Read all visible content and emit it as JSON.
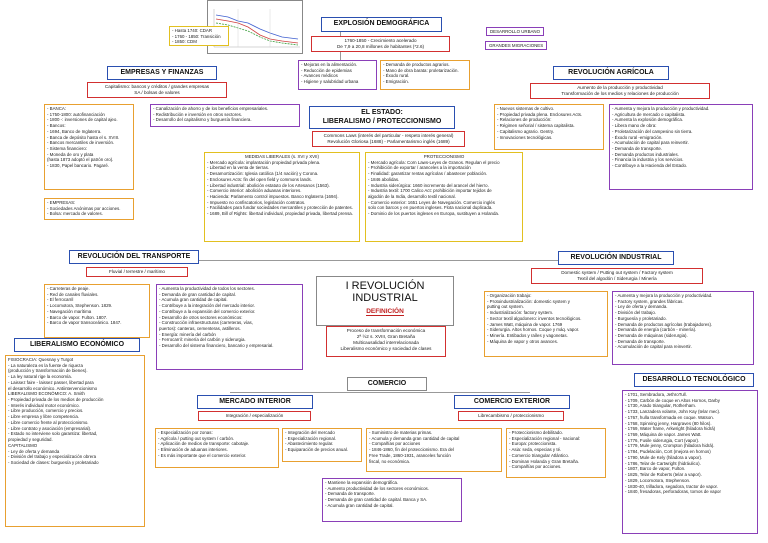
{
  "center_title": "I REVOLUCIÓN INDUSTRIAL",
  "definicion": {
    "title": "DEFINICIÓN",
    "text": [
      "Proceso de transformación económica",
      "2ª ½2 s. XVIII, Gran Bretaña",
      "Multicausalidad interrelacionada",
      "Liberalismo económico y sociedad de clases"
    ]
  },
  "tags": [
    "DESARROLLO URBANO",
    "GRANDES MIGRACIONES"
  ],
  "chart_legend": [
    "- Hasta 1740: CDAR",
    "- 1760 - 1850: Transición",
    "- 1850: CDM"
  ],
  "demografia": {
    "title": "EXPLOSIÓN DEMOGRÁFICA",
    "summary": [
      "1760-1850 - Crecimiento acelerado",
      "De 7,9 a 20,8 millones de habitantes (*2.6)"
    ],
    "left_items": [
      "- Mejoras en la alimentación.",
      "- Reducción de epidemias",
      "- Avances médicos",
      "- Higiene y salubridad urbana"
    ],
    "right_items": [
      "- Demanda de productos agrarios.",
      "- Mano de obra barata: proletarización.",
      "- Éxodo rural.",
      "- Emigración."
    ]
  },
  "empresas": {
    "title": "EMPRESAS Y FINANZAS",
    "summary": [
      "Capitalismo: bancos y créditos / grandes empresas",
      "SA / bolsas de valores"
    ],
    "banca": [
      "- BANCA:",
      "  - 1750-1800: autofinanciación",
      "  - 1800 -: inversiones de capital ajeo.",
      "  - Bancos:",
      "     - 1694, Banco de Inglaterra.",
      "     - Banca de depósito hasta el s. XVIII.",
      "     - Bancos mercantiles de inversión.",
      "  - Sistema financiero:",
      "     - Moneda de oro y plata",
      "       (hasta 1873 adoptó el patrón oro).",
      "     - 1830, Papel bancario. Pagaré."
    ],
    "empresas_list": [
      "- EMPRESAS:",
      "  - Sociedades Anónimas por acciones.",
      "  - Bolsa: mercado de valores."
    ],
    "canalizacion": [
      "- Canalización de ahorro y de los beneficios empresariales.",
      "- Redistribución e inversión en otros sectores.",
      "- Desarrollo del capitalismo y burguesía financiera."
    ]
  },
  "estado": {
    "title": "EL ESTADO:",
    "title2": "LIBERALISMO / PROTECCIONISMO",
    "summary": [
      "Commons Laws (interés del particular - respeto interés general)",
      "Revolución Gloriosa (1688) - Parlamentarismo inglés (1689)"
    ],
    "medidas": [
      "MEDIDAS LIBERALES (s. XVI y XVII)",
      "- Mercado agrícola: implantación propiedad privada plena.",
      "   - Libertad en la venta de tierras.",
      "   - Desamortización: Iglesia católica (1/4 nación) y Corona.",
      "   - Enclosures Acts: fin del open field y commons lands.",
      "- Libertad industrial: abolición estatuto de los Artesanos (1563).",
      "- Comercio interior: abolición aduanas interiores.",
      "- Hacienda: Parlamento control impuestos. Banco Inglaterra (1694).",
      "- Impuesto no confiscatorios, legislación contratos.",
      "- Facilidades para fundar sociedades mercantiles y protección de patentes.",
      "- 1689, Bill of Rights: libertad individual, propiedad privada, libertad prensa."
    ],
    "proteccionismo": [
      "PROTECCIONISMO",
      "- Mercado agrícola: Corn Laws-Leyes de Granos. Regulan el precio",
      "   - Prohibición de exportar / aranceles a la importación",
      "   - Finalidad: garantizar rentas agrícolas / abastecer población.",
      "   - 1846 abolidas.",
      "- Industria siderúrgica: 1660 incremento del arancel del hierro.",
      "- Industria textil: 1700 Calico Act: prohibición importar tejidos de",
      "  algodón de la India, desarrollo textil nacional.",
      "- Comercio exterior: 1651 Leyes de Navegación. Comercio inglés",
      "  solo con barcos y en puertos ingleses. Flota nacional duplicada.",
      "- Dominio de los puertos ingleses en Europa, sustituyen a Holanda."
    ]
  },
  "agricola": {
    "title": "REVOLUCIÓN AGRÍCOLA",
    "summary": [
      "Aumento de la producción y productividad",
      "Transformación de los medios y relaciones de producción"
    ],
    "left_items": [
      "- Nuevos sistemas de cultivo.",
      "- Propiedad privada plena. Enclosures Acts.",
      "- Relaciones de producción:",
      "    - Régimen señorial / sistema capitalista.",
      "- Capitalismo agrario. Gentry.",
      "- Innovaciones tecnológicas."
    ],
    "right_items": [
      "- Aumenta y mejora la producción y productividad.",
      "- Agricultura de mercado o capitalista.",
      "- Aumenta la explosión demográfica.",
      "- Libera mano de obra:",
      "    - Proletarización del campesino sin tierra.",
      "    - Éxodo rural -emigración.",
      "- Acumulación de capital para reinvertir.",
      "- Demanda de transporte.",
      "- Demanda productos industriales.",
      "- Financia la industria y los servicios.",
      "- Contribuye a la Hacienda del Estado."
    ]
  },
  "transporte": {
    "title": "REVOLUCIÓN DEL TRANSPORTE",
    "summary": [
      "Fluvial / terrestre / marítimo"
    ],
    "left_items": [
      "- Carreteras de peaje.",
      "- Red de canales fluviales.",
      "- El ferrocarril",
      "    - Locomotora, Stephenson. 1829.",
      "- Navegación marítima",
      "    - Barco de vapor. Fulton. 1807.",
      "    - Barco de vapor transoceánico. 1847."
    ],
    "right_items": [
      "- Aumenta la productividad de todos los sectores.",
      "- Demanda de gran cantidad de capital.",
      "- Acumula gran cantidad de capital.",
      "- Contribuye a la integración del mercado interior.",
      "- Contribuye a la expansión del comercio exterior.",
      "- Desarrollo de otros sectores económicos:",
      "    - Construcción infraestructuras (carreteras, vías,",
      "      puertos): canteras, cementeras, astilleros.",
      "    - Energía: minería del carbón",
      "    - Ferrocarril: minería del carbón y siderurgia.",
      "- Desarrollo del sistema financiero, bancario y empresarial."
    ]
  },
  "industrial": {
    "title": "REVOLUCIÓN INDUSTRIAL",
    "summary": [
      "Domestic system / Putting out system / Factory system",
      "Textil del algodón / Siderurgia / Minería"
    ],
    "left_items": [
      "- Organización trabajo:",
      "    - Protoindustrialización: domestic system y",
      "      putting out system.",
      "    - Industrialización: factory system.",
      "- Sector textil algodonero: inventos tecnológicos.",
      "- James Watt, máquina de vapor. 1769",
      "- Siderurgia. Altos hornos. Coque y máq. vapor.",
      "- Minería. Entibados y raíles y vagonetas.",
      "- Máquina de vapor y otros avances."
    ],
    "right_items": [
      "- Aumenta y mejora la producción y productividad.",
      "- Factory system, grandes fábricas.",
      "- Ley de oferta y demanda.",
      "- División del trabajo.",
      "- Burguesía y proletariado.",
      "- Demanda de productos agrícolas (trabajadores).",
      "- Demanda de energía (carbón - minería).",
      "- Demanda de máquinas (siderurgia).",
      "- Demanda de transporte.",
      "- Acumulación de capital para reinvertir."
    ]
  },
  "liberalismo": {
    "title": "LIBERALISMO ECONÓMICO",
    "items": [
      "FISIOCRACIA: Quesnay y Turgot",
      "- La naturaleza es la fuente de riqueza",
      "  (producción y transformación de bienes).",
      "- La ley natural rige la economía.",
      "- Laissez faire - laissez passer, libertad para",
      "  el desarrollo económico. Antiintervencionismo",
      "LIBERALISMO ECONÓMICO: A. Smith",
      "- Propiedad privada de los medios de producción",
      "- Interés individual motor económico.",
      "- Libre producción, comercio y precios.",
      "- Libre empresa y libre competencia.",
      "- Libre comercio frente al proteccionismo.",
      "- Libre contrato y asociación (empresarial).",
      "- Estado no interviene solo garantiza: libertad,",
      "  propiedad y seguridad.",
      "CAPITALISMO",
      "- Ley de oferta y demanda",
      "- División del trabajo y especialización obrera",
      "- Sociedad de clases: burguesía y proletariado"
    ]
  },
  "comercio": {
    "title": "COMERCIO",
    "interior": {
      "title": "MERCADO INTERIOR",
      "summary": [
        "Integración / especialización"
      ],
      "left_items": [
        "- Especialización por zonas:",
        "   - Agrícola / putting out system / carbón.",
        "- Aplicación de medios de transporte: cabotaje.",
        "- Eliminación de aduanas interiores.",
        "- Es más importante que el comercio exterior."
      ],
      "right_items": [
        "- Integración del mercado",
        "   - Especialización regional.",
        "   - Abastecimiento regular.",
        "   - Equiparación de precios anual."
      ]
    },
    "exterior": {
      "title": "COMERCIO EXTERIOR",
      "summary": [
        "Librecambismo / proteccionismo"
      ],
      "left_items": [
        "- Suministro de materias primas.",
        "- Acumula y demanda gran cantidad de capital",
        "- Compañías por acciones",
        "- 1846-1860, fin del proteccionismo. Era del",
        "  Free Trade, 1860-1931, aranceles función",
        "  fiscal, no económica."
      ],
      "right_items": [
        "- Proteccionismo debilitado.",
        "- Especialización regional - nacional:",
        "   - Europa: proteccionista.",
        "   - Asia: seda, especias y té.",
        "   - Comercio triangular Atlántico.",
        "- Dominan Holanda y Gran Bretaña.",
        "- Compañías por acciones."
      ]
    },
    "bottom": [
      "- Mantiene la expansión demográfica.",
      "- Aumento productividad de los sectores económicos.",
      "- Demanda de transporte.",
      "- Demanda de gran cantidad de capital. Banca y SA.",
      "- Acumula gran cantidad de capital."
    ]
  },
  "tecnologico": {
    "title": "DESARROLLO TECNOLÓGICO",
    "items": [
      "- 1701, Sembradora, JethroTull.",
      "- 1709, Carbón de coque en Altos Hornos, Darby",
      "- 1730, Arado triangular, Rotherham.",
      "- 1733, Lanzadera volante, John Kay (telar mec).",
      "- 1767, hulla transformada en coque. Watson.",
      "- 1768, Spinning jenny, Hargraves (80 hilos).",
      "- 1769, Water frame, Arkwright (hiladora hidrá)",
      "- 1769, Máquina de vapor. James Watt.",
      "- 1776, Fusile siderurgia, Cort (vapor).",
      "- 1779, Mule jenny, Crompton (hiladora hidrá).",
      "- 1784, Pudelación, Cort (mejora en hornos)",
      "- 1790, Mule de Kely (hiladora a vapor).",
      "- 1786, Telar de Cartwright (hidráulico).",
      "- 1807, Barco de vapor, Fulton.",
      "- 1825, Telar de Roberts (telar a vapor).",
      "- 1829, Locomotora, Stephenson.",
      "- 1830-40, trilladora, segadora, tractor de vapor.",
      "- 1840, fresadoras, perforadoras, tornos de vapor"
    ]
  }
}
